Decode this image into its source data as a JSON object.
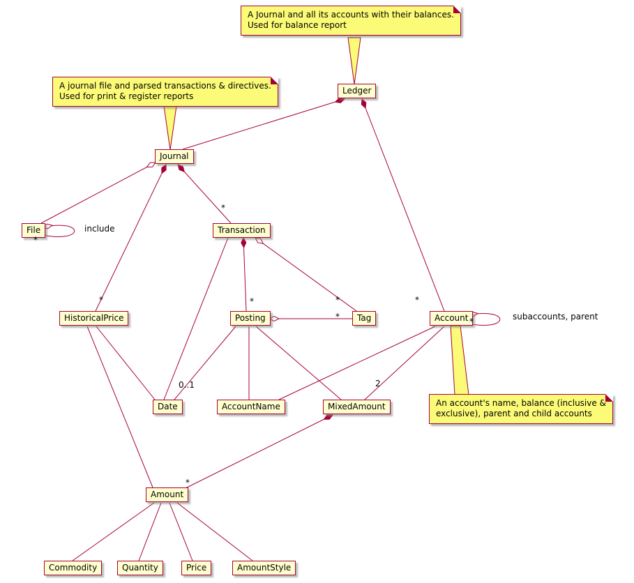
{
  "colors": {
    "background": "#FFFFFF",
    "class_fill": "#FEFECE",
    "class_border": "#A80036",
    "note_fill": "#FBFB77",
    "note_border": "#A80036",
    "edge": "#A80036",
    "text": "#000000"
  },
  "classes": [
    {
      "name": "Ledger"
    },
    {
      "name": "Journal"
    },
    {
      "name": "File"
    },
    {
      "name": "Transaction"
    },
    {
      "name": "HistoricalPrice"
    },
    {
      "name": "Posting"
    },
    {
      "name": "Tag"
    },
    {
      "name": "Account"
    },
    {
      "name": "Date"
    },
    {
      "name": "AccountName"
    },
    {
      "name": "MixedAmount"
    },
    {
      "name": "Amount"
    },
    {
      "name": "Commodity"
    },
    {
      "name": "Quantity"
    },
    {
      "name": "Price"
    },
    {
      "name": "AmountStyle"
    }
  ],
  "notes": [
    {
      "attached_to": "Ledger",
      "line1": "A Journal and all its accounts with their balances.",
      "line2": "Used for balance report"
    },
    {
      "attached_to": "Journal",
      "line1": "A journal file and parsed transactions & directives.",
      "line2": "Used for print & register reports"
    },
    {
      "attached_to": "Account",
      "line1": "An account's name, balance (inclusive &",
      "line2": "exclusive), parent and child accounts"
    }
  ],
  "edge_labels": [
    {
      "text": "*"
    },
    {
      "text": "include"
    },
    {
      "text": "*"
    },
    {
      "text": "*"
    },
    {
      "text": "*"
    },
    {
      "text": "*"
    },
    {
      "text": "*"
    },
    {
      "text": "*"
    },
    {
      "text": "*"
    },
    {
      "text": "subaccounts, parent"
    },
    {
      "text": "0..1"
    },
    {
      "text": "2"
    },
    {
      "text": "*"
    }
  ],
  "relationships": [
    {
      "from": "Ledger",
      "to": "Journal",
      "type": "composition"
    },
    {
      "from": "Ledger",
      "to": "Account",
      "type": "composition",
      "multiplicity": "*"
    },
    {
      "from": "Journal",
      "to": "File",
      "type": "aggregation"
    },
    {
      "from": "File",
      "to": "File",
      "type": "aggregation",
      "multiplicity": "*",
      "label": "include"
    },
    {
      "from": "Journal",
      "to": "Transaction",
      "type": "composition",
      "multiplicity": "*"
    },
    {
      "from": "Journal",
      "to": "HistoricalPrice",
      "type": "composition",
      "multiplicity": "*"
    },
    {
      "from": "Transaction",
      "to": "Posting",
      "type": "composition",
      "multiplicity": "*"
    },
    {
      "from": "Transaction",
      "to": "Tag",
      "type": "aggregation",
      "multiplicity": "*"
    },
    {
      "from": "Transaction",
      "to": "Date",
      "type": "association"
    },
    {
      "from": "Posting",
      "to": "Tag",
      "type": "aggregation",
      "multiplicity": "*"
    },
    {
      "from": "Posting",
      "to": "Date",
      "type": "association",
      "multiplicity": "0..1"
    },
    {
      "from": "Posting",
      "to": "AccountName",
      "type": "association"
    },
    {
      "from": "Posting",
      "to": "MixedAmount",
      "type": "association"
    },
    {
      "from": "Account",
      "to": "AccountName",
      "type": "association"
    },
    {
      "from": "Account",
      "to": "MixedAmount",
      "type": "association",
      "multiplicity": "2"
    },
    {
      "from": "Account",
      "to": "Account",
      "type": "aggregation",
      "multiplicity": "*",
      "label": "subaccounts, parent"
    },
    {
      "from": "MixedAmount",
      "to": "Amount",
      "type": "composition",
      "multiplicity": "*"
    },
    {
      "from": "HistoricalPrice",
      "to": "Date",
      "type": "association"
    },
    {
      "from": "HistoricalPrice",
      "to": "Amount",
      "type": "association"
    },
    {
      "from": "Amount",
      "to": "Commodity",
      "type": "association"
    },
    {
      "from": "Amount",
      "to": "Quantity",
      "type": "association"
    },
    {
      "from": "Amount",
      "to": "Price",
      "type": "association"
    },
    {
      "from": "Amount",
      "to": "AmountStyle",
      "type": "association"
    }
  ]
}
